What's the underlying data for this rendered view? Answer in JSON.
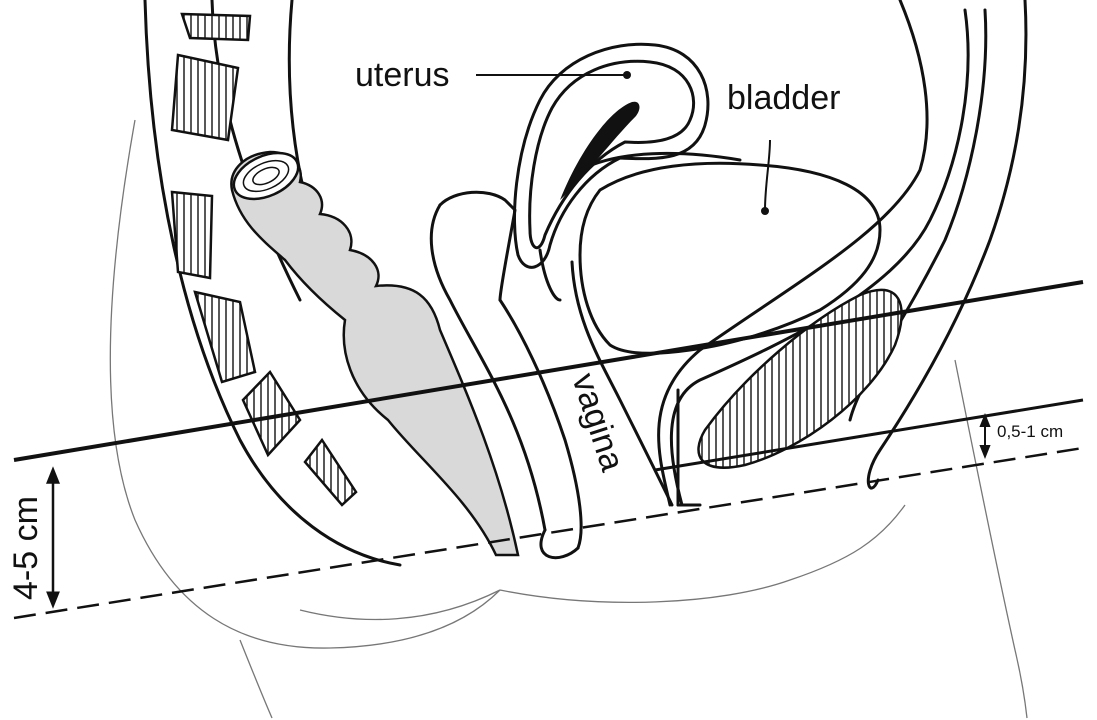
{
  "labels": {
    "uterus": "uterus",
    "bladder": "bladder",
    "vagina": "vagina",
    "depth_large": "4-5 cm",
    "depth_small": "0,5-1 cm"
  },
  "colors": {
    "ink": "#111111",
    "rectum_fill": "#d9d9d9",
    "uterus_cavity": "#111111",
    "skin_outline": "#777777",
    "background": "#ffffff"
  }
}
